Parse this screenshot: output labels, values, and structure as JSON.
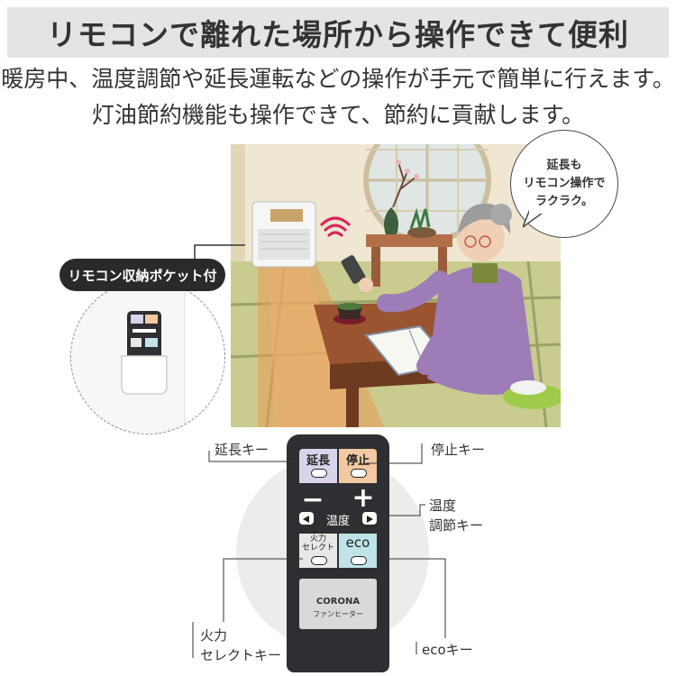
{
  "title": "リモコンで離れた場所から操作できて便利",
  "description": {
    "line1": "暖房中、温度調節や延長運転などの操作が手元で簡単に行えます。",
    "line2": "灯油節約機能も操作できて、節約に貢献します。"
  },
  "bubble": {
    "line1": "延長も",
    "line2": "リモコン操作で",
    "line3": "ラクラク。"
  },
  "pocket_label": "リモコン収納ポケット付",
  "remote": {
    "extend_button": "延長",
    "stop_button": "停止",
    "minus_symbol": "−",
    "plus_symbol": "+",
    "temperature_label": "温度",
    "fire_select_line1": "火力",
    "fire_select_line2": "セレクト",
    "eco_button": "eco",
    "brand": "CORONA",
    "product": "ファンヒーター"
  },
  "callouts": {
    "extend_key": "延長キー",
    "stop_key": "停止キー",
    "temp_key_line1": "温度",
    "temp_key_line2": "調節キー",
    "fire_key_line1": "火力",
    "fire_key_line2": "セレクトキー",
    "eco_key": "ecoキー"
  },
  "colors": {
    "title_bg": "#e4e4e6",
    "extend_button_bg": "#d9d4ea",
    "stop_button_bg": "#f2c9a0",
    "eco_button_bg": "#bfe3e6",
    "remote_body": "#2e2f32"
  }
}
